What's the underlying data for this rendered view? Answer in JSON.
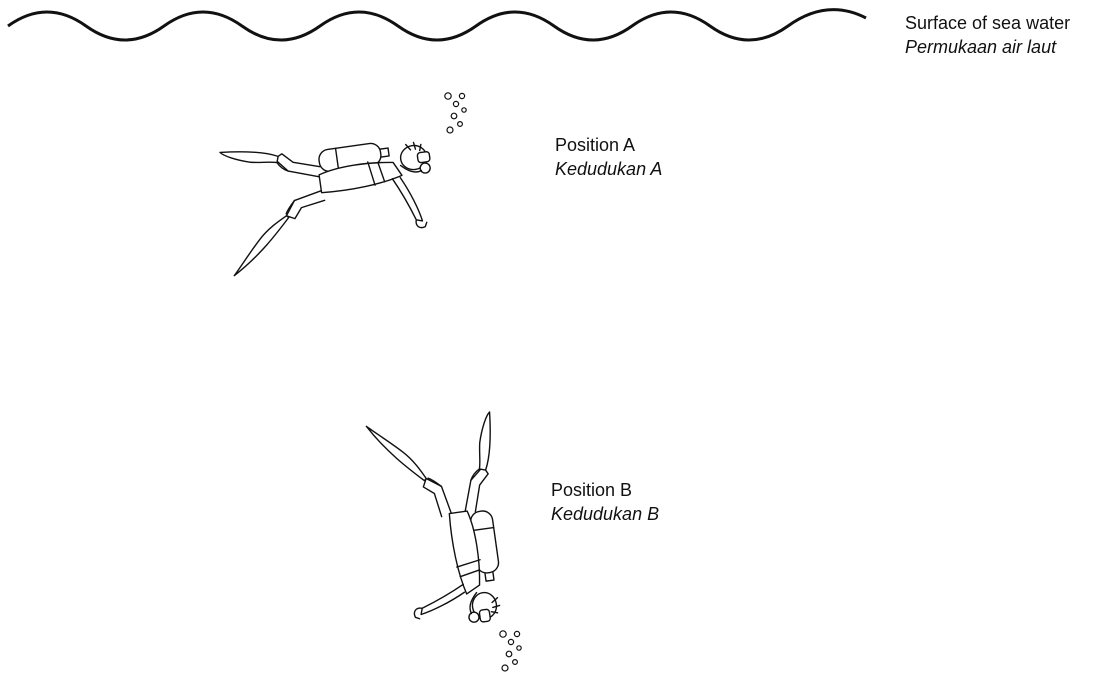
{
  "surface": {
    "label_en": "Surface of sea water",
    "label_ms": "Permukaan air laut"
  },
  "positions": [
    {
      "id": "A",
      "label_en": "Position A",
      "label_ms": "Kedudukan A",
      "orientation": "horizontal-head-right"
    },
    {
      "id": "B",
      "label_en": "Position B",
      "label_ms": "Kedudukan B",
      "orientation": "vertical-head-down"
    }
  ],
  "colors": {
    "line": "#111111",
    "background": "#ffffff"
  },
  "icons": {
    "diver": "scuba-diver-icon",
    "bubbles": "air-bubbles-icon"
  }
}
